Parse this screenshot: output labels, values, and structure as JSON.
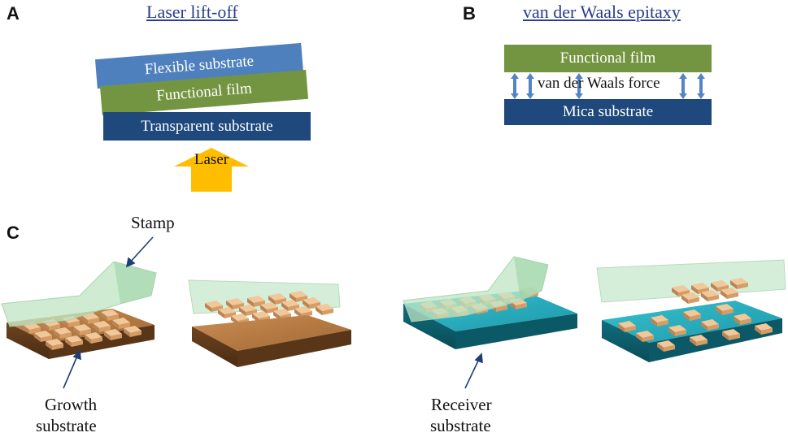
{
  "panel_a": {
    "letter": "A",
    "title": "Laser lift-off",
    "layer_top": "Flexible substrate",
    "layer_mid": "Functional film",
    "layer_bottom": "Transparent substrate",
    "arrow_label": "Laser",
    "colors": {
      "flexible": "#4f80be",
      "functional": "#739541",
      "transparent": "#1f497d",
      "laser": "#ffbd00"
    }
  },
  "panel_b": {
    "letter": "B",
    "title": "van der Waals epitaxy",
    "layer_top": "Functional film",
    "force_label": "van der Waals force",
    "layer_bottom": "Mica substrate",
    "colors": {
      "functional": "#739541",
      "mica": "#1f497d",
      "arrow": "#5584c6"
    }
  },
  "panel_c": {
    "letter": "C",
    "stamp_label": "Stamp",
    "growth_label_line1": "Growth",
    "growth_label_line2": "substrate",
    "receiver_label_line1": "Receiver",
    "receiver_label_line2": "substrate",
    "colors": {
      "growth": "#b87a45",
      "receiver": "#1f9fb0",
      "stamp": "#c9e8c9",
      "chip": "#d9a678"
    }
  }
}
